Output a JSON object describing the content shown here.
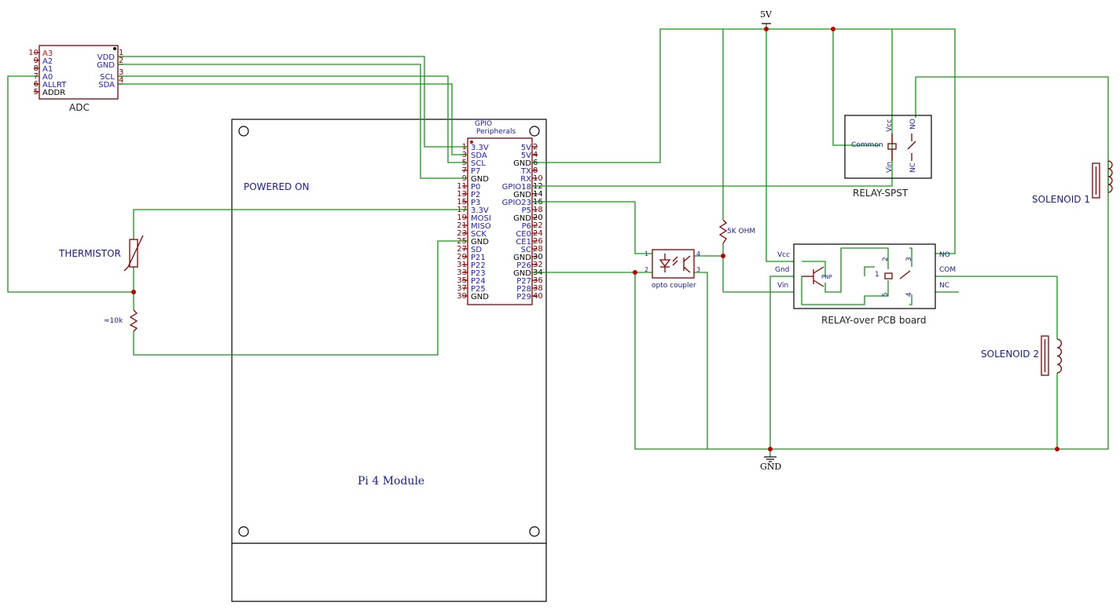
{
  "labels": {
    "adc": "ADC",
    "gpio_line1": "GPIO",
    "gpio_line2": "Peripherals",
    "powered_on": "POWERED ON",
    "pi_module": "Pi 4 Module",
    "thermistor": "THERMISTOR",
    "resistor_10k": "≈10k",
    "resistor_5k": "5K OHM",
    "opto": "opto coupler",
    "relay_spst": "RELAY-SPST",
    "relay_pcb": "RELAY-over PCB board",
    "solenoid1": "SOLENOID 1",
    "solenoid2": "SOLENOID 2",
    "power_5v": "5V",
    "gnd": "GND",
    "pnp": "PNP"
  },
  "adc_pins_left": [
    {
      "num": "10",
      "name": "A3",
      "red": true
    },
    {
      "num": "9",
      "name": "A2",
      "red": false
    },
    {
      "num": "8",
      "name": "A1",
      "red": false
    },
    {
      "num": "7",
      "name": "A0",
      "red": false
    },
    {
      "num": "6",
      "name": "ALLRT",
      "red": false
    },
    {
      "num": "5",
      "name": "ADDR",
      "red": false,
      "black": true
    }
  ],
  "adc_pins_right": [
    {
      "num": "1",
      "name": "VDD"
    },
    {
      "num": "2",
      "name": "GND"
    },
    {
      "num": "3",
      "name": "SCL"
    },
    {
      "num": "4",
      "name": "SDA"
    }
  ],
  "gpio_left": [
    {
      "num": "1",
      "name": "3.3V"
    },
    {
      "num": "3",
      "name": "SDA"
    },
    {
      "num": "5",
      "name": "SCL"
    },
    {
      "num": "7",
      "name": "P7"
    },
    {
      "num": "9",
      "name": "GND"
    },
    {
      "num": "11",
      "name": "P0"
    },
    {
      "num": "13",
      "name": "P2"
    },
    {
      "num": "15",
      "name": "P3"
    },
    {
      "num": "17",
      "name": "3.3V"
    },
    {
      "num": "19",
      "name": "MOSI"
    },
    {
      "num": "21",
      "name": "MISO"
    },
    {
      "num": "23",
      "name": "SCK"
    },
    {
      "num": "25",
      "name": "GND"
    },
    {
      "num": "27",
      "name": "SD"
    },
    {
      "num": "29",
      "name": "P21"
    },
    {
      "num": "31",
      "name": "P22"
    },
    {
      "num": "33",
      "name": "P23"
    },
    {
      "num": "35",
      "name": "P24"
    },
    {
      "num": "37",
      "name": "P25"
    },
    {
      "num": "39",
      "name": "GND"
    }
  ],
  "gpio_right": [
    {
      "num": "2",
      "name": "5V"
    },
    {
      "num": "4",
      "name": "5V"
    },
    {
      "num": "6",
      "name": "GND"
    },
    {
      "num": "8",
      "name": "TX"
    },
    {
      "num": "10",
      "name": "RX"
    },
    {
      "num": "12",
      "name": "GPIO18"
    },
    {
      "num": "14",
      "name": "GND"
    },
    {
      "num": "16",
      "name": "GPIO23"
    },
    {
      "num": "18",
      "name": "P5"
    },
    {
      "num": "20",
      "name": "GND"
    },
    {
      "num": "22",
      "name": "P6"
    },
    {
      "num": "24",
      "name": "CE0"
    },
    {
      "num": "26",
      "name": "CE1"
    },
    {
      "num": "28",
      "name": "SC"
    },
    {
      "num": "30",
      "name": "GND"
    },
    {
      "num": "32",
      "name": "P26"
    },
    {
      "num": "34",
      "name": "GND"
    },
    {
      "num": "36",
      "name": "P27"
    },
    {
      "num": "38",
      "name": "P28"
    },
    {
      "num": "40",
      "name": "P29"
    }
  ],
  "opto_pins": {
    "p1": "1",
    "p2": "2",
    "p3": "3",
    "p4": "4"
  },
  "relay_spst_pins": {
    "vcc": "Vcc",
    "no": "NO",
    "common": "Common",
    "vin": "Vin",
    "nc": "NC"
  },
  "relay_pcb_pins": {
    "vcc": "Vcc",
    "gnd": "Gnd",
    "vin": "Vin",
    "no": "NO",
    "com": "COM",
    "nc": "NC",
    "p1": "1",
    "p2": "2",
    "p3": "3",
    "p4": "4",
    "p5": "5"
  }
}
